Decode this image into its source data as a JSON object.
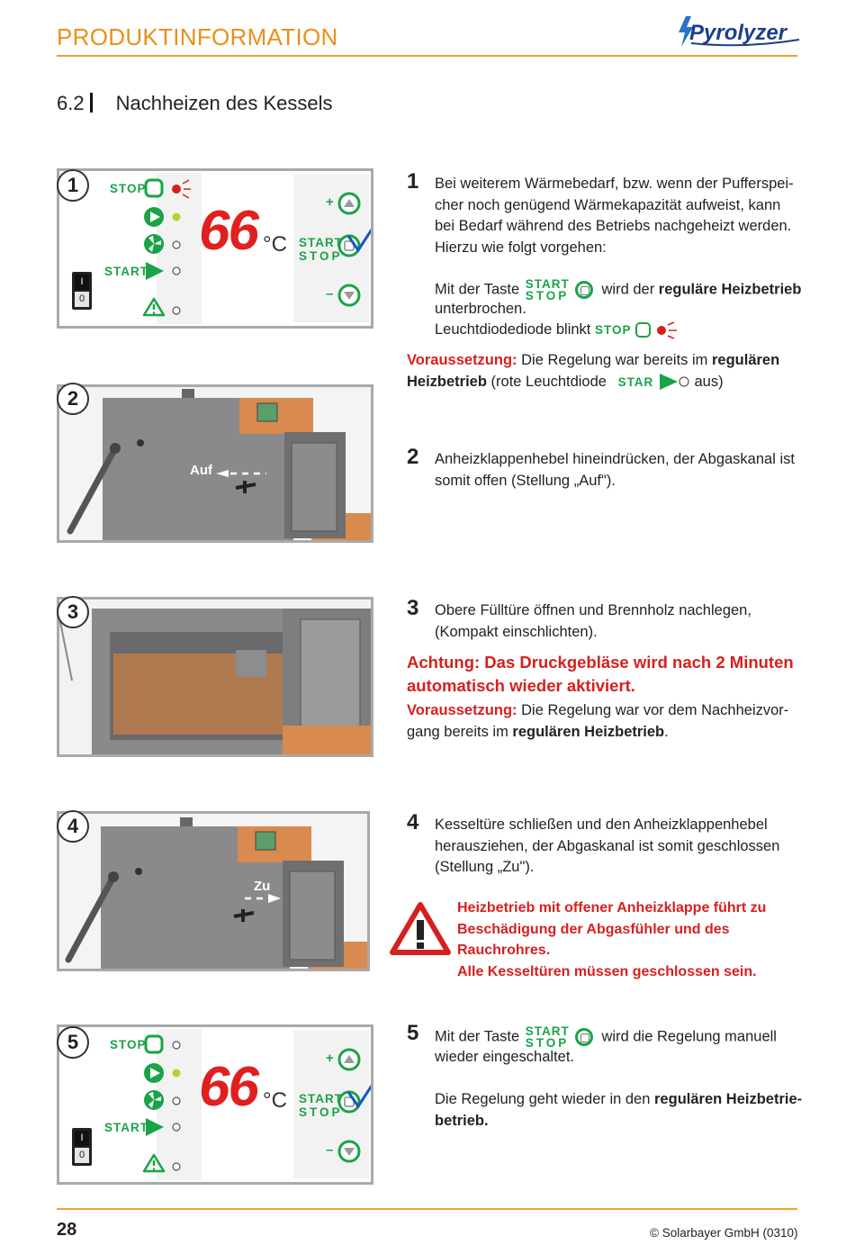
{
  "header": {
    "title": "PRODUKTINFORMATION",
    "logo_text": "Pyrolyzer"
  },
  "section": {
    "number": "6.2",
    "title": "Nachheizen des Kessels"
  },
  "panel": {
    "stop_label": "STOP",
    "start_label": "START",
    "start_stop_top": "START",
    "start_stop_bottom": "STOP",
    "display_value": "66",
    "display_unit": "°C",
    "plus": "+",
    "minus": "–",
    "switch_on": "I",
    "switch_off": "0"
  },
  "figures": {
    "fig1": "1",
    "fig2": "2",
    "fig3": "3",
    "fig4": "4",
    "fig5": "5",
    "auf_label": "Auf",
    "zu_label": "Zu"
  },
  "steps": {
    "s1": {
      "num": "1",
      "para1": [
        "Bei weiterem Wärmebedarf, bzw. wenn der Pufferspei-",
        "cher noch genügend Wärmekapazität aufweist, kann",
        "bei Bedarf während des Betriebs nachgeheizt werden.",
        "Hierzu wie folgt vorgehen:"
      ],
      "taste_pre": "Mit der Taste",
      "taste_post_a": "wird der",
      "taste_post_bold": "reguläre Heizbetrieb",
      "taste_line2": "unterbrochen.",
      "blink": "Leuchtdiodediode blinkt",
      "blink_stop": "STOP",
      "vor_label": "Voraussetzung:",
      "vor_a": "Die Regelung war bereits im",
      "vor_bold1": "regulären",
      "vor_bold2": "Heizbetrieb",
      "vor_b": "(rote Leuchtdiode",
      "vor_star": "STAR",
      "vor_c": "aus)"
    },
    "s2": {
      "num": "2",
      "lines": [
        "Anheizklappenhebel hineindrücken, der Abgaskanal ist",
        "somit offen (Stellung „Auf\")."
      ]
    },
    "s3": {
      "num": "3",
      "lines": [
        "Obere Fülltüre öffnen und Brennholz nachlegen,",
        "(Kompakt einschlichten)."
      ],
      "achtung1": "Achtung: Das Druckgebläse wird nach 2 Minuten",
      "achtung2": "automatisch wieder aktiviert.",
      "vor_label": "Voraussetzung:",
      "vor_a": "Die Regelung war vor dem Nachheizvor-",
      "vor_b": "gang bereits im",
      "vor_bold": "regulären Heizbetrieb",
      "vor_end": "."
    },
    "s4": {
      "num": "4",
      "lines": [
        "Kesseltüre schließen und den Anheizklappenhebel",
        "herausziehen, der Abgaskanal ist somit geschlossen",
        "(Stellung „Zu\")."
      ],
      "warn": [
        "Heizbetrieb mit offener Anheizklappe führt zu",
        "Beschädigung der Abgasfühler und des Rauchrohres.",
        "Alle Kesseltüren müssen geschlossen sein."
      ]
    },
    "s5": {
      "num": "5",
      "taste_pre": "Mit der Taste",
      "taste_post": "wird die Regelung manuell",
      "line2": "wieder eingeschaltet.",
      "line3_a": "Die Regelung geht wieder in den",
      "line3_bold": "regulären Heizbetrie-",
      "line4_bold": "betrieb."
    }
  },
  "footer": {
    "page": "28",
    "copyright": "© Solarbayer GmbH (0310)"
  },
  "colors": {
    "accent": "#e8901a",
    "green": "#1aa348",
    "red": "#d62020",
    "boiler": "#8a8a8c",
    "copper": "#d98a4e"
  }
}
